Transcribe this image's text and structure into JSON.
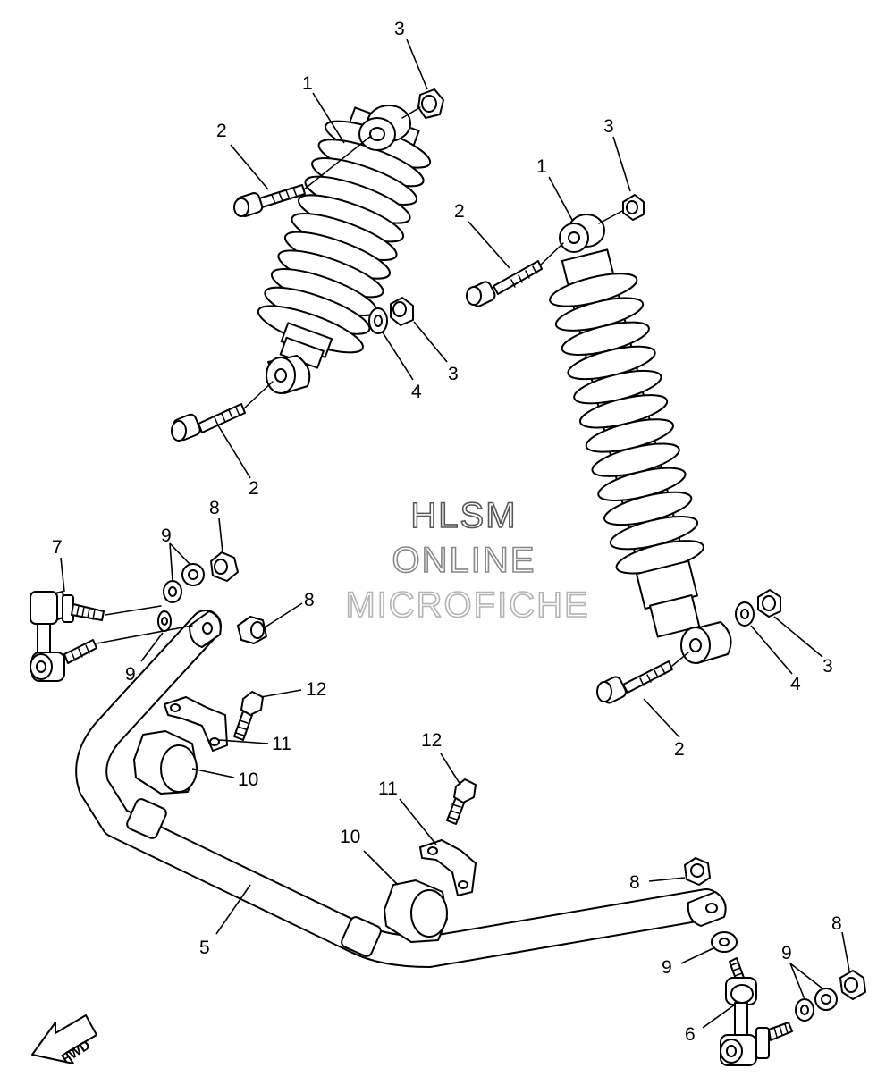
{
  "watermark": {
    "lines": [
      "HLSM",
      "ONLINE",
      "MICROFICHE"
    ],
    "colors": [
      "#555555",
      "#888888",
      "#b3b3b3"
    ]
  },
  "fwd_label": "FWD",
  "callouts": [
    {
      "id": "c1a",
      "text": "1"
    },
    {
      "id": "c2a",
      "text": "2"
    },
    {
      "id": "c3a",
      "text": "3"
    },
    {
      "id": "c3b",
      "text": "3"
    },
    {
      "id": "c4a",
      "text": "4"
    },
    {
      "id": "c2b",
      "text": "2"
    },
    {
      "id": "c3c",
      "text": "3"
    },
    {
      "id": "c1b",
      "text": "1"
    },
    {
      "id": "c2c",
      "text": "2"
    },
    {
      "id": "c3d",
      "text": "3"
    },
    {
      "id": "c4b",
      "text": "4"
    },
    {
      "id": "c2d",
      "text": "2"
    },
    {
      "id": "c7",
      "text": "7"
    },
    {
      "id": "c9a",
      "text": "9"
    },
    {
      "id": "c8a",
      "text": "8"
    },
    {
      "id": "c8b",
      "text": "8"
    },
    {
      "id": "c9b",
      "text": "9"
    },
    {
      "id": "c12a",
      "text": "12"
    },
    {
      "id": "c11a",
      "text": "11"
    },
    {
      "id": "c10a",
      "text": "10"
    },
    {
      "id": "c12b",
      "text": "12"
    },
    {
      "id": "c11b",
      "text": "11"
    },
    {
      "id": "c10b",
      "text": "10"
    },
    {
      "id": "c5",
      "text": "5"
    },
    {
      "id": "c8c",
      "text": "8"
    },
    {
      "id": "c9c",
      "text": "9"
    },
    {
      "id": "c8d",
      "text": "8"
    },
    {
      "id": "c9d",
      "text": "9"
    },
    {
      "id": "c6",
      "text": "6"
    }
  ]
}
